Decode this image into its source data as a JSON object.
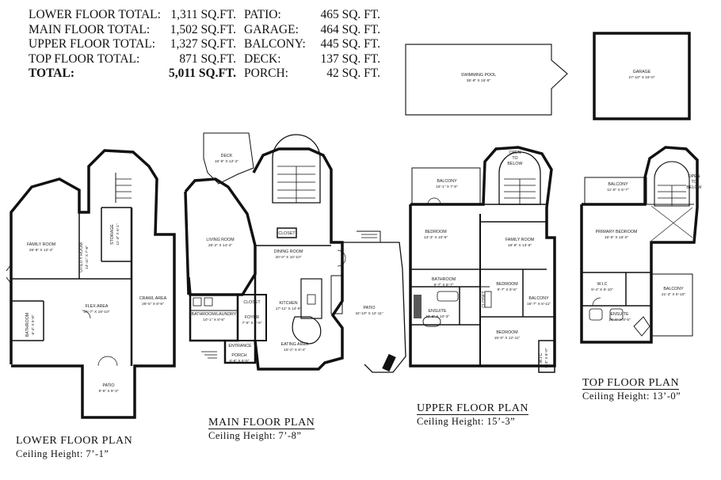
{
  "summary": {
    "left": [
      {
        "label": "LOWER FLOOR TOTAL:",
        "value": "1,311 SQ.FT."
      },
      {
        "label": "MAIN FLOOR TOTAL:",
        "value": "1,502 SQ.FT."
      },
      {
        "label": "UPPER FLOOR TOTAL:",
        "value": "1,327 SQ.FT."
      },
      {
        "label": "TOP FLOOR TOTAL:",
        "value": "871 SQ.FT."
      },
      {
        "label": "TOTAL:",
        "value": "5,011 SQ.FT."
      }
    ],
    "right": [
      {
        "label": "PATIO:",
        "value": "465 SQ. FT."
      },
      {
        "label": "GARAGE:",
        "value": "464 SQ. FT."
      },
      {
        "label": "BALCONY:",
        "value": "445 SQ. FT."
      },
      {
        "label": "DECK:",
        "value": "137 SQ. FT."
      },
      {
        "label": "PORCH:",
        "value": "42 SQ. FT."
      }
    ]
  },
  "floors": {
    "lower": {
      "name": "LOWER FLOOR PLAN",
      "ceiling": "Ceiling Height: 7’-1”"
    },
    "main": {
      "name": "MAIN FLOOR PLAN",
      "ceiling": "Ceiling Height: 7’-8”"
    },
    "upper": {
      "name": "UPPER FLOOR PLAN",
      "ceiling": "Ceiling Height: 15’-3”"
    },
    "top": {
      "name": "TOP FLOOR PLAN",
      "ceiling": "Ceiling Height: 13’-0”"
    }
  },
  "rooms": {
    "pool": {
      "name": "SWIMMING POOL",
      "dim": "35'-9\" X 15'-9\""
    },
    "garage": {
      "name": "GARAGE",
      "dim": "27'-10\" X 19'-0\""
    },
    "family_lower": {
      "name": "FAMILY ROOM",
      "dim": "26'-8\" X 12'-4\""
    },
    "utility": {
      "name": "UTILITY ROOM",
      "dim": "13'-11\" X 7'-6\""
    },
    "storage": {
      "name": "STORAGE",
      "dim": "11'-3\" X 6'-1\""
    },
    "flex": {
      "name": "FLEX AREA",
      "dim": "24'-7\" X 19'-10\""
    },
    "crawl": {
      "name": "CRAWL AREA",
      "dim": "28'-5\" X 8'-6\""
    },
    "bath_lower": {
      "name": "BATHROOM",
      "dim": "6'-4\" X 5'-8\""
    },
    "patio_lower": {
      "name": "PATIO",
      "dim": "9'-5\" X 9'-3\""
    },
    "deck": {
      "name": "DECK",
      "dim": "16'-6\" X 12'-2\""
    },
    "living": {
      "name": "LIVING ROOM",
      "dim": "26'-2\" X 14'-4\""
    },
    "closet_main": {
      "name": "CLOSET"
    },
    "dining": {
      "name": "DINING ROOM",
      "dim": "20'-0\" X 10'-10\""
    },
    "closet_main2": {
      "name": "CLOSET"
    },
    "kitchen": {
      "name": "KITCHEN",
      "dim": "17'-11\" X 14'-9\""
    },
    "bath_laundry": {
      "name": "BATHROOM/LAUNDRY",
      "dim": "10'-1\" X 8'-6\""
    },
    "foyer": {
      "name": "FOYER",
      "dim": "7'-5\" X 6'-5\""
    },
    "entrance": {
      "name": "ENTRANCE"
    },
    "porch": {
      "name": "PORCH",
      "dim": "6'-6\" X 6'-5\""
    },
    "eating": {
      "name": "EATING AREA",
      "dim": "15'-2\" X 8'-4\""
    },
    "patio_main": {
      "name": "PATIO",
      "dim": "32'-10\" X 12'-11\""
    },
    "balcony_upper1": {
      "name": "BALCONY",
      "dim": "16'-1\" X 7'-5\""
    },
    "open_upper": {
      "line1": "OPEN",
      "line2": "TO",
      "line3": "BELOW"
    },
    "bedroom1": {
      "name": "BEDROOM",
      "dim": "13'-3\" X 10'-6\""
    },
    "family_upper": {
      "name": "FAMILY ROOM",
      "dim": "18'-8\" X 13'-6\""
    },
    "bathroom_upper": {
      "name": "BATHROOM",
      "dim": "9'-7\" X 8'-7\""
    },
    "bedroom2": {
      "name": "BEDROOM",
      "dim": "9'-7\" X 9'-5\""
    },
    "closet_upper": {
      "name": "CLOSET"
    },
    "balcony_upper2": {
      "name": "BALCONY",
      "dim": "16'-7\" X 6'-11\""
    },
    "ensuite_upper": {
      "name": "ENSUITE",
      "dim": "10'-6\" X 10'-3\""
    },
    "bedroom3": {
      "name": "BEDROOM",
      "dim": "15'-0\" X 12'-11\""
    },
    "wic_upper": {
      "name": "W.I.C",
      "dim": "5'-3\" X 8'-0\""
    },
    "balcony_top1": {
      "name": "BALCONY",
      "dim": "11'-6\" X 5'-7\""
    },
    "open_top": {
      "line1": "OPEN",
      "line2": "TO",
      "line3": "BELOW"
    },
    "primary": {
      "name": "PRIMARY BEDROOM",
      "dim": "16'-5\" X 15'-0\""
    },
    "wic_top": {
      "name": "W.I.C",
      "dim": "9'-4\" X 6'-10\""
    },
    "balcony_top2": {
      "name": "BALCONY",
      "dim": "21'-3\" X 6'-10\""
    },
    "ensuite_top": {
      "name": "ENSUITE",
      "dim": "16'-4\" X 8'-5\""
    }
  }
}
